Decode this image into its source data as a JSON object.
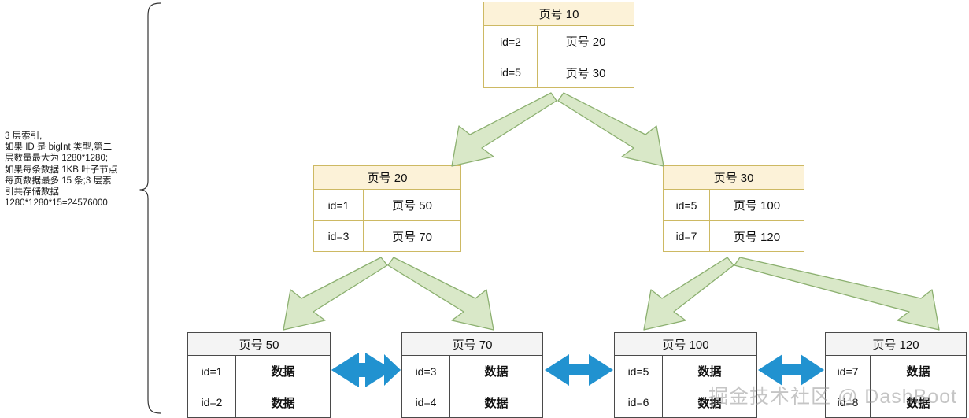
{
  "annotation": {
    "text": "3 层索引,\n如果 ID 是 bigInt 类型,第二\n层数量最大为 1280*1280;\n如果每条数据 1KB,叶子节点\n每页数据最多 15 条;3 层索\n引共存储数据\n1280*1280*15=24576000"
  },
  "watermark": {
    "text": "掘金技术社区 @ DashBoot"
  },
  "colors": {
    "index_header_fill": "#FCF2D8",
    "index_border": "#CDB963",
    "leaf_header_fill": "#F4F4F4",
    "leaf_border": "#4A4A4A",
    "tree_arrow_fill": "#D9E8C8",
    "tree_arrow_stroke": "#8CB070",
    "sibling_arrow_fill": "#2192D0",
    "brace_stroke": "#333333"
  },
  "tree": {
    "root": {
      "id": "page-10",
      "header": "页号 10",
      "rows": [
        {
          "key": "id=2",
          "value": "页号 20"
        },
        {
          "key": "id=5",
          "value": "页号 30"
        }
      ]
    },
    "level2": [
      {
        "id": "page-20",
        "header": "页号 20",
        "rows": [
          {
            "key": "id=1",
            "value": "页号 50"
          },
          {
            "key": "id=3",
            "value": "页号 70"
          }
        ]
      },
      {
        "id": "page-30",
        "header": "页号 30",
        "rows": [
          {
            "key": "id=5",
            "value": "页号 100"
          },
          {
            "key": "id=7",
            "value": "页号 120"
          }
        ]
      }
    ],
    "leaves": [
      {
        "id": "page-50",
        "header": "页号 50",
        "rows": [
          {
            "key": "id=1",
            "value": "数据"
          },
          {
            "key": "id=2",
            "value": "数据"
          }
        ]
      },
      {
        "id": "page-70",
        "header": "页号 70",
        "rows": [
          {
            "key": "id=3",
            "value": "数据"
          },
          {
            "key": "id=4",
            "value": "数据"
          }
        ]
      },
      {
        "id": "page-100",
        "header": "页号 100",
        "rows": [
          {
            "key": "id=5",
            "value": "数据"
          },
          {
            "key": "id=6",
            "value": "数据"
          }
        ]
      },
      {
        "id": "page-120",
        "header": "页号 120",
        "rows": [
          {
            "key": "id=7",
            "value": "数据"
          },
          {
            "key": "id=8",
            "value": "数据"
          }
        ]
      }
    ]
  }
}
